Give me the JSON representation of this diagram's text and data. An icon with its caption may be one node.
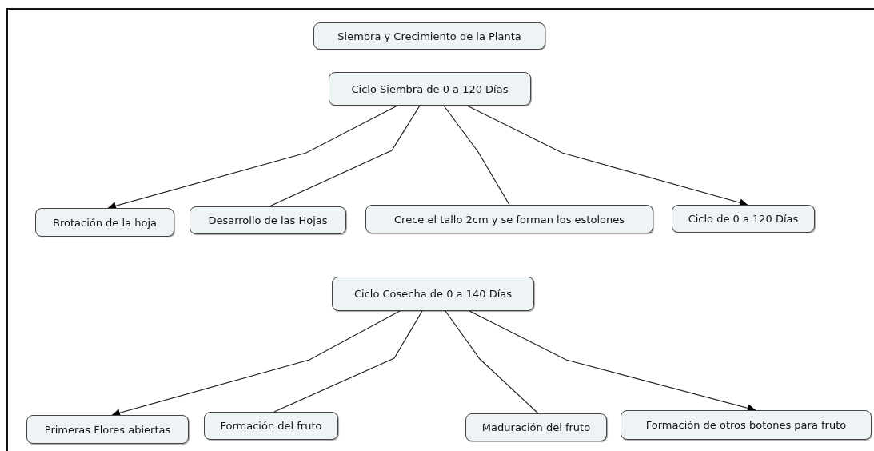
{
  "diagram": {
    "nodes": [
      {
        "text": [
          "Siembra y Crecimiento de la Planta"
        ]
      },
      {
        "text": [
          "Ciclo Siembra de 0 a 120 Días"
        ]
      },
      {
        "text": [
          "Brotación de la hoja"
        ]
      },
      {
        "text": [
          "Desarrollo de las Hojas"
        ]
      },
      {
        "text": [
          "Crece el tallo 2cm y se forman los estolones"
        ]
      },
      {
        "text": [
          "Ciclo de 0 a 120 Días"
        ]
      },
      {
        "text": [
          "Ciclo Cosecha de 0 a 140 Días"
        ]
      },
      {
        "text": [
          "Primeras Flores abiertas"
        ]
      },
      {
        "text": [
          "Formación del fruto"
        ]
      },
      {
        "text": [
          "Maduración del fruto"
        ]
      },
      {
        "text": [
          "Formación de otros botones para fruto"
        ]
      }
    ],
    "edges": [
      {
        "from": 1,
        "to": 2,
        "arrow": "to"
      },
      {
        "from": 1,
        "to": 3,
        "arrow": "none"
      },
      {
        "from": 1,
        "to": 4,
        "arrow": "none"
      },
      {
        "from": 1,
        "to": 5,
        "arrow": "to"
      },
      {
        "from": 6,
        "to": 7,
        "arrow": "to"
      },
      {
        "from": 6,
        "to": 8,
        "arrow": "none"
      },
      {
        "from": 6,
        "to": 9,
        "arrow": "none"
      },
      {
        "from": 6,
        "to": 10,
        "arrow": "to"
      }
    ]
  }
}
